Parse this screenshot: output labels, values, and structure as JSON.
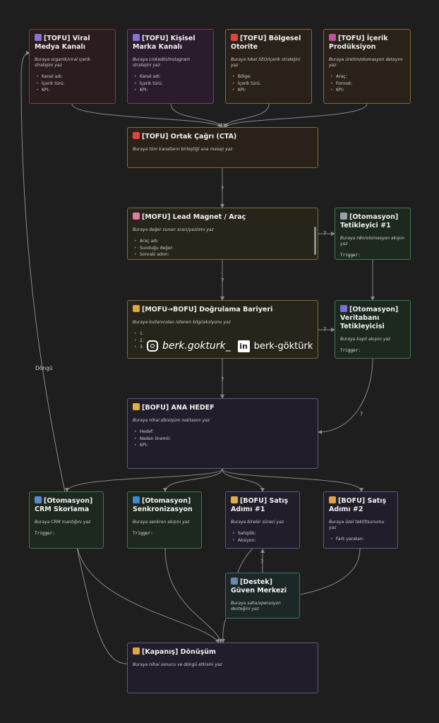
{
  "edge_labels": {
    "q": "?",
    "loop": "Döngü"
  },
  "nodes": {
    "viral": {
      "title": "[TOFU] Viral Medya Kanalı",
      "desc": "Buraya organik/viral içerik stratejini yaz",
      "fields": [
        "Kanal adı:",
        "İçerik türü:",
        "KPI:"
      ],
      "icon_color": "#8b6fd6"
    },
    "kisisel": {
      "title": "[TOFU] Kişisel Marka Kanalı",
      "desc": "Buraya LinkedIn/Instagram stratejini yaz",
      "fields": [
        "Kanal adı:",
        "İçerik türü:",
        "KPI:"
      ],
      "icon_color": "#8b6fd6"
    },
    "bolgesel": {
      "title": "[TOFU] Bölgesel Otorite",
      "desc": "Buraya lokel SEO/içerik stratejini yaz",
      "fields": [
        "Bölge:",
        "İçerik türü:",
        "KPI:"
      ],
      "icon_color": "#e0443c"
    },
    "icerik": {
      "title": "[TOFU] İçerik Prodüksiyon",
      "desc": "Buraya üretim/otomasyon detayını yaz",
      "fields": [
        "Araç:",
        "Format:",
        "KPI:"
      ],
      "icon_color": "#c050a0"
    },
    "cta": {
      "title": "[TOFU] Ortak Çağrı (CTA)",
      "desc": "Buraya tüm kanalların birleştiği ana mesajı yaz",
      "icon_color": "#e0443c"
    },
    "lead": {
      "title": "[MOFU] Lead Magnet / Araç",
      "desc": "Buraya değer sunan aracı/yazılımı yaz",
      "fields": [
        "Araç adı:",
        "Sunduğu değer:",
        "Sonraki adım:"
      ],
      "icon_color": "#e27aa8"
    },
    "tetik1": {
      "title": "[Otomasyon] Tetikleyici #1",
      "desc": "Buraya n8n/otomasyon akışını yaz",
      "trigger": "Trigger:",
      "icon_color": "#9aa0a6"
    },
    "dogrulama": {
      "title": "[MOFU→BOFU] Doğrulama Bariyeri",
      "desc": "Buraya kullanıcıdan istenen bilgi/aksiyonu yaz",
      "fields": [
        "1.",
        "2.",
        "3."
      ],
      "icon_color": "#e0a53c"
    },
    "veritabani": {
      "title": "[Otomasyon] Veritabanı Tetikleyicisi",
      "desc": "Buraya kayıt akışını yaz",
      "trigger": "Trigger:",
      "icon_color": "#7a6fd6"
    },
    "hedef": {
      "title": "[BOFU] ANA HEDEF",
      "desc": "Buraya nihai dönüşüm noktasını yaz",
      "fields": [
        "Hedef:",
        "Neden önemli:",
        "KPI:"
      ],
      "icon_color": "#e0b03c"
    },
    "crm": {
      "title": "[Otomasyon] CRM Skorlama",
      "desc": "Buraya CRM mantığını yaz",
      "trigger": "Trigger:",
      "icon_color": "#5a8ad6"
    },
    "senkron": {
      "title": "[Otomasyon] Senkronizasyon",
      "desc": "Buraya senkron akışını yaz",
      "trigger": "Trigger:",
      "icon_color": "#3c8ad6"
    },
    "satis1": {
      "title": "[BOFU] Satış Adımı #1",
      "desc": "Buraya birebir süreci yaz",
      "fields": [
        "Sahiplik:",
        "Aksiyon:"
      ],
      "icon_color": "#e0b03c"
    },
    "satis2": {
      "title": "[BOFU] Satış Adımı #2",
      "desc": "Buraya özel teklif/sunumu yaz",
      "fields": [
        "Fark yaratan:"
      ],
      "icon_color": "#e0a53c"
    },
    "destek": {
      "title": "[Destek] Güven Merkezi",
      "desc": "Buraya saha/operasyon desteğini yaz",
      "icon_color": "#6a8ab0"
    },
    "kapanis": {
      "title": "[Kapanış] Dönüşüm",
      "desc": "Buraya nihai sonucu ve döngü etkisini yaz",
      "icon_color": "#e0a53c"
    }
  },
  "watermark": {
    "instagram": "berk.gokturk_",
    "linkedin_badge": "in",
    "linkedin": "berk-göktürk"
  },
  "colors": {
    "background": "#1e1e1e",
    "edge": "#8a8a8a"
  }
}
